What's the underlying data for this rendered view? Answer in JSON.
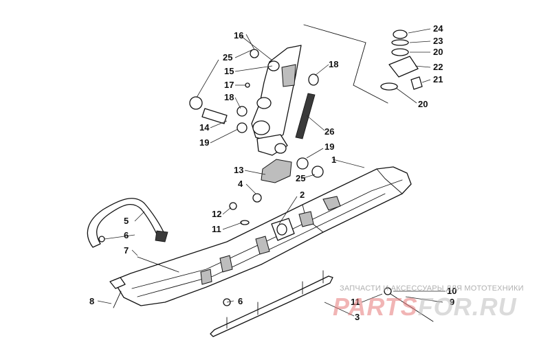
{
  "diagram": {
    "callouts": [
      {
        "id": "c1",
        "label": "1"
      },
      {
        "id": "c2",
        "label": "2"
      },
      {
        "id": "c3",
        "label": "3"
      },
      {
        "id": "c4",
        "label": "4"
      },
      {
        "id": "c5",
        "label": "5"
      },
      {
        "id": "c6a",
        "label": "6"
      },
      {
        "id": "c6b",
        "label": "6"
      },
      {
        "id": "c7",
        "label": "7"
      },
      {
        "id": "c8",
        "label": "8"
      },
      {
        "id": "c9",
        "label": "9"
      },
      {
        "id": "c10",
        "label": "10"
      },
      {
        "id": "c11a",
        "label": "11"
      },
      {
        "id": "c11b",
        "label": "11"
      },
      {
        "id": "c12",
        "label": "12"
      },
      {
        "id": "c13",
        "label": "13"
      },
      {
        "id": "c14",
        "label": "14"
      },
      {
        "id": "c15",
        "label": "15"
      },
      {
        "id": "c16",
        "label": "16"
      },
      {
        "id": "c17",
        "label": "17"
      },
      {
        "id": "c18a",
        "label": "18"
      },
      {
        "id": "c18b",
        "label": "18"
      },
      {
        "id": "c19a",
        "label": "19"
      },
      {
        "id": "c19b",
        "label": "19"
      },
      {
        "id": "c20a",
        "label": "20"
      },
      {
        "id": "c20b",
        "label": "20"
      },
      {
        "id": "c21",
        "label": "21"
      },
      {
        "id": "c22",
        "label": "22"
      },
      {
        "id": "c23",
        "label": "23"
      },
      {
        "id": "c24",
        "label": "24"
      },
      {
        "id": "c25a",
        "label": "25"
      },
      {
        "id": "c25b",
        "label": "25"
      },
      {
        "id": "c26",
        "label": "26"
      }
    ]
  },
  "watermark": {
    "tagline": "ЗАПЧАСТИ И АКСЕССУАРЫ ДЛЯ МОТОТЕХНИКИ",
    "logo_part1": "PARTS",
    "logo_part2": "FOR.RU"
  },
  "colors": {
    "background": "#ffffff",
    "line": "#111111",
    "watermark_red": "#e67878",
    "watermark_gray": "#bebebe"
  }
}
